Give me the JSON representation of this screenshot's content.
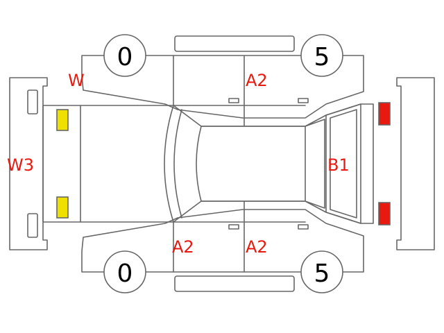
{
  "diagram": {
    "wheel_numbers": {
      "front_top": "0",
      "rear_top": "5",
      "front_bottom": "0",
      "rear_bottom": "5"
    },
    "damage_codes": {
      "front_left_fender": "W",
      "front_bumper": "W3",
      "rear_left_door": "A2",
      "rear_right_door": "A2",
      "front_right_door": "A2",
      "rear_bumper": "B1"
    },
    "colors": {
      "label_red": "#e8190f",
      "outline": "#666666",
      "headlight_yellow": "#f0e000",
      "taillight_red": "#e8190f"
    }
  }
}
